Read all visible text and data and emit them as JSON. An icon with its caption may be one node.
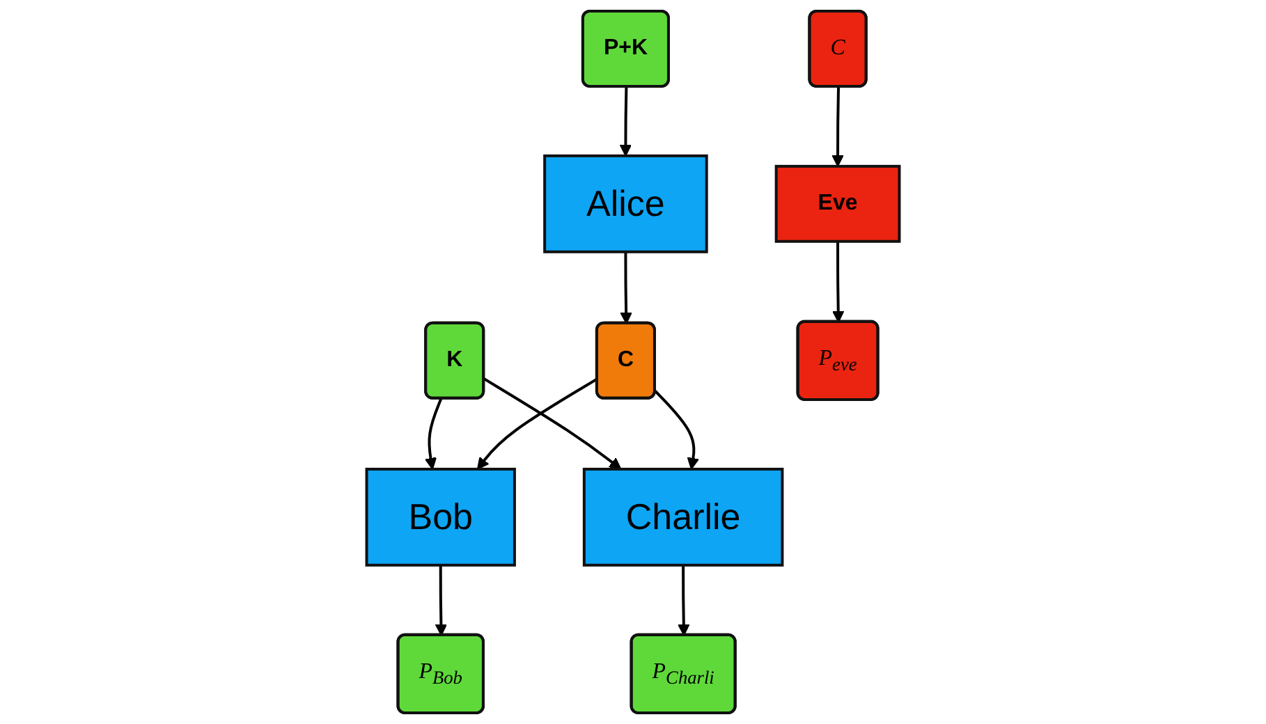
{
  "diagram": {
    "nodes": [
      {
        "text": [
          "P+K"
        ]
      },
      {
        "text": [
          "Alice"
        ]
      },
      {
        "text": [
          "K"
        ]
      },
      {
        "text": [
          "C"
        ]
      },
      {
        "text": [
          "Bob"
        ]
      },
      {
        "text": [
          "P$_{Bob}$"
        ]
      },
      {
        "text": [
          "Charlie"
        ]
      },
      {
        "text": [
          "P$_{Charli}$"
        ]
      },
      {
        "text": [
          "C"
        ]
      },
      {
        "text": [
          "Eve"
        ]
      },
      {
        "text": [
          "P$_{eve}$"
        ]
      }
    ],
    "edges": [
      {
        "from": 0,
        "to": 1,
        "arrow": "to"
      },
      {
        "from": 1,
        "to": 3,
        "arrow": "to"
      },
      {
        "from": 2,
        "to": 4,
        "arrow": "to"
      },
      {
        "from": 2,
        "to": 6,
        "arrow": "to"
      },
      {
        "from": 3,
        "to": 4,
        "arrow": "to"
      },
      {
        "from": 3,
        "to": 6,
        "arrow": "to"
      },
      {
        "from": 4,
        "to": 5,
        "arrow": "to"
      },
      {
        "from": 6,
        "to": 7,
        "arrow": "to"
      },
      {
        "from": 8,
        "to": 9,
        "arrow": "to"
      },
      {
        "from": 9,
        "to": 10,
        "arrow": "to"
      }
    ]
  }
}
